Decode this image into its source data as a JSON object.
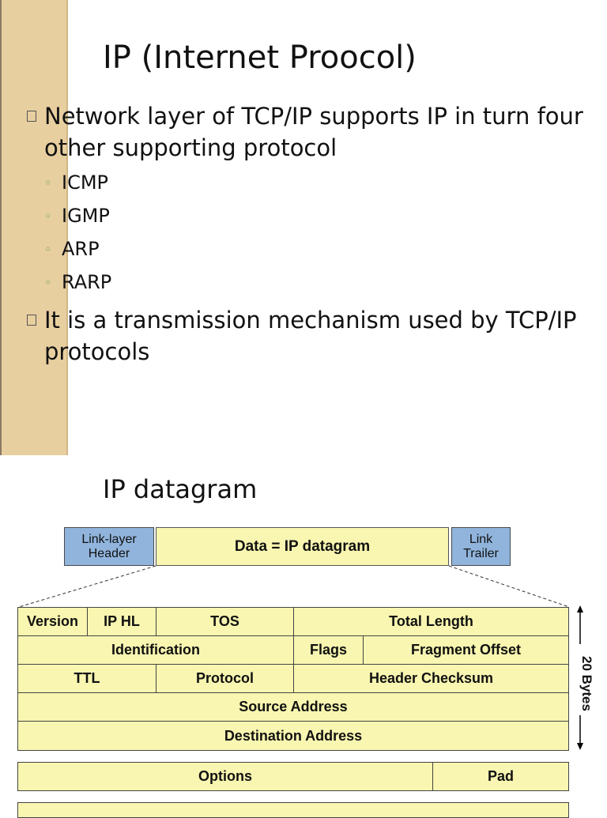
{
  "slide": {
    "title": "IP (Internet Proocol)",
    "bullets": [
      {
        "lines": [
          "Network layer of TCP/IP supports IP in turn four",
          "other supporting protocol"
        ]
      },
      {
        "lines": [
          "It is a transmission mechanism used by TCP/IP",
          "protocols"
        ]
      }
    ],
    "sub_items": [
      "ICMP",
      "IGMP",
      "ARP",
      "RARP"
    ],
    "section_title": "IP datagram"
  },
  "diagram": {
    "frame": {
      "link_header": "Link-layer Header",
      "data": "Data = IP datagram",
      "link_trailer": "Link Trailer"
    },
    "header_fields": {
      "version": "Version",
      "ip_hl": "IP HL",
      "tos": "TOS",
      "total_length": "Total Length",
      "identification": "Identification",
      "flags": "Flags",
      "fragment_offset": "Fragment Offset",
      "ttl": "TTL",
      "protocol": "Protocol",
      "header_checksum": "Header Checksum",
      "source_address": "Source Address",
      "destination_address": "Destination Address",
      "options": "Options",
      "pad": "Pad"
    },
    "size_label": "20 Bytes",
    "colors": {
      "header_blue": "#90b4dc",
      "field_yellow": "#f8f6b0",
      "side_bar": "#e8cfa0"
    }
  }
}
